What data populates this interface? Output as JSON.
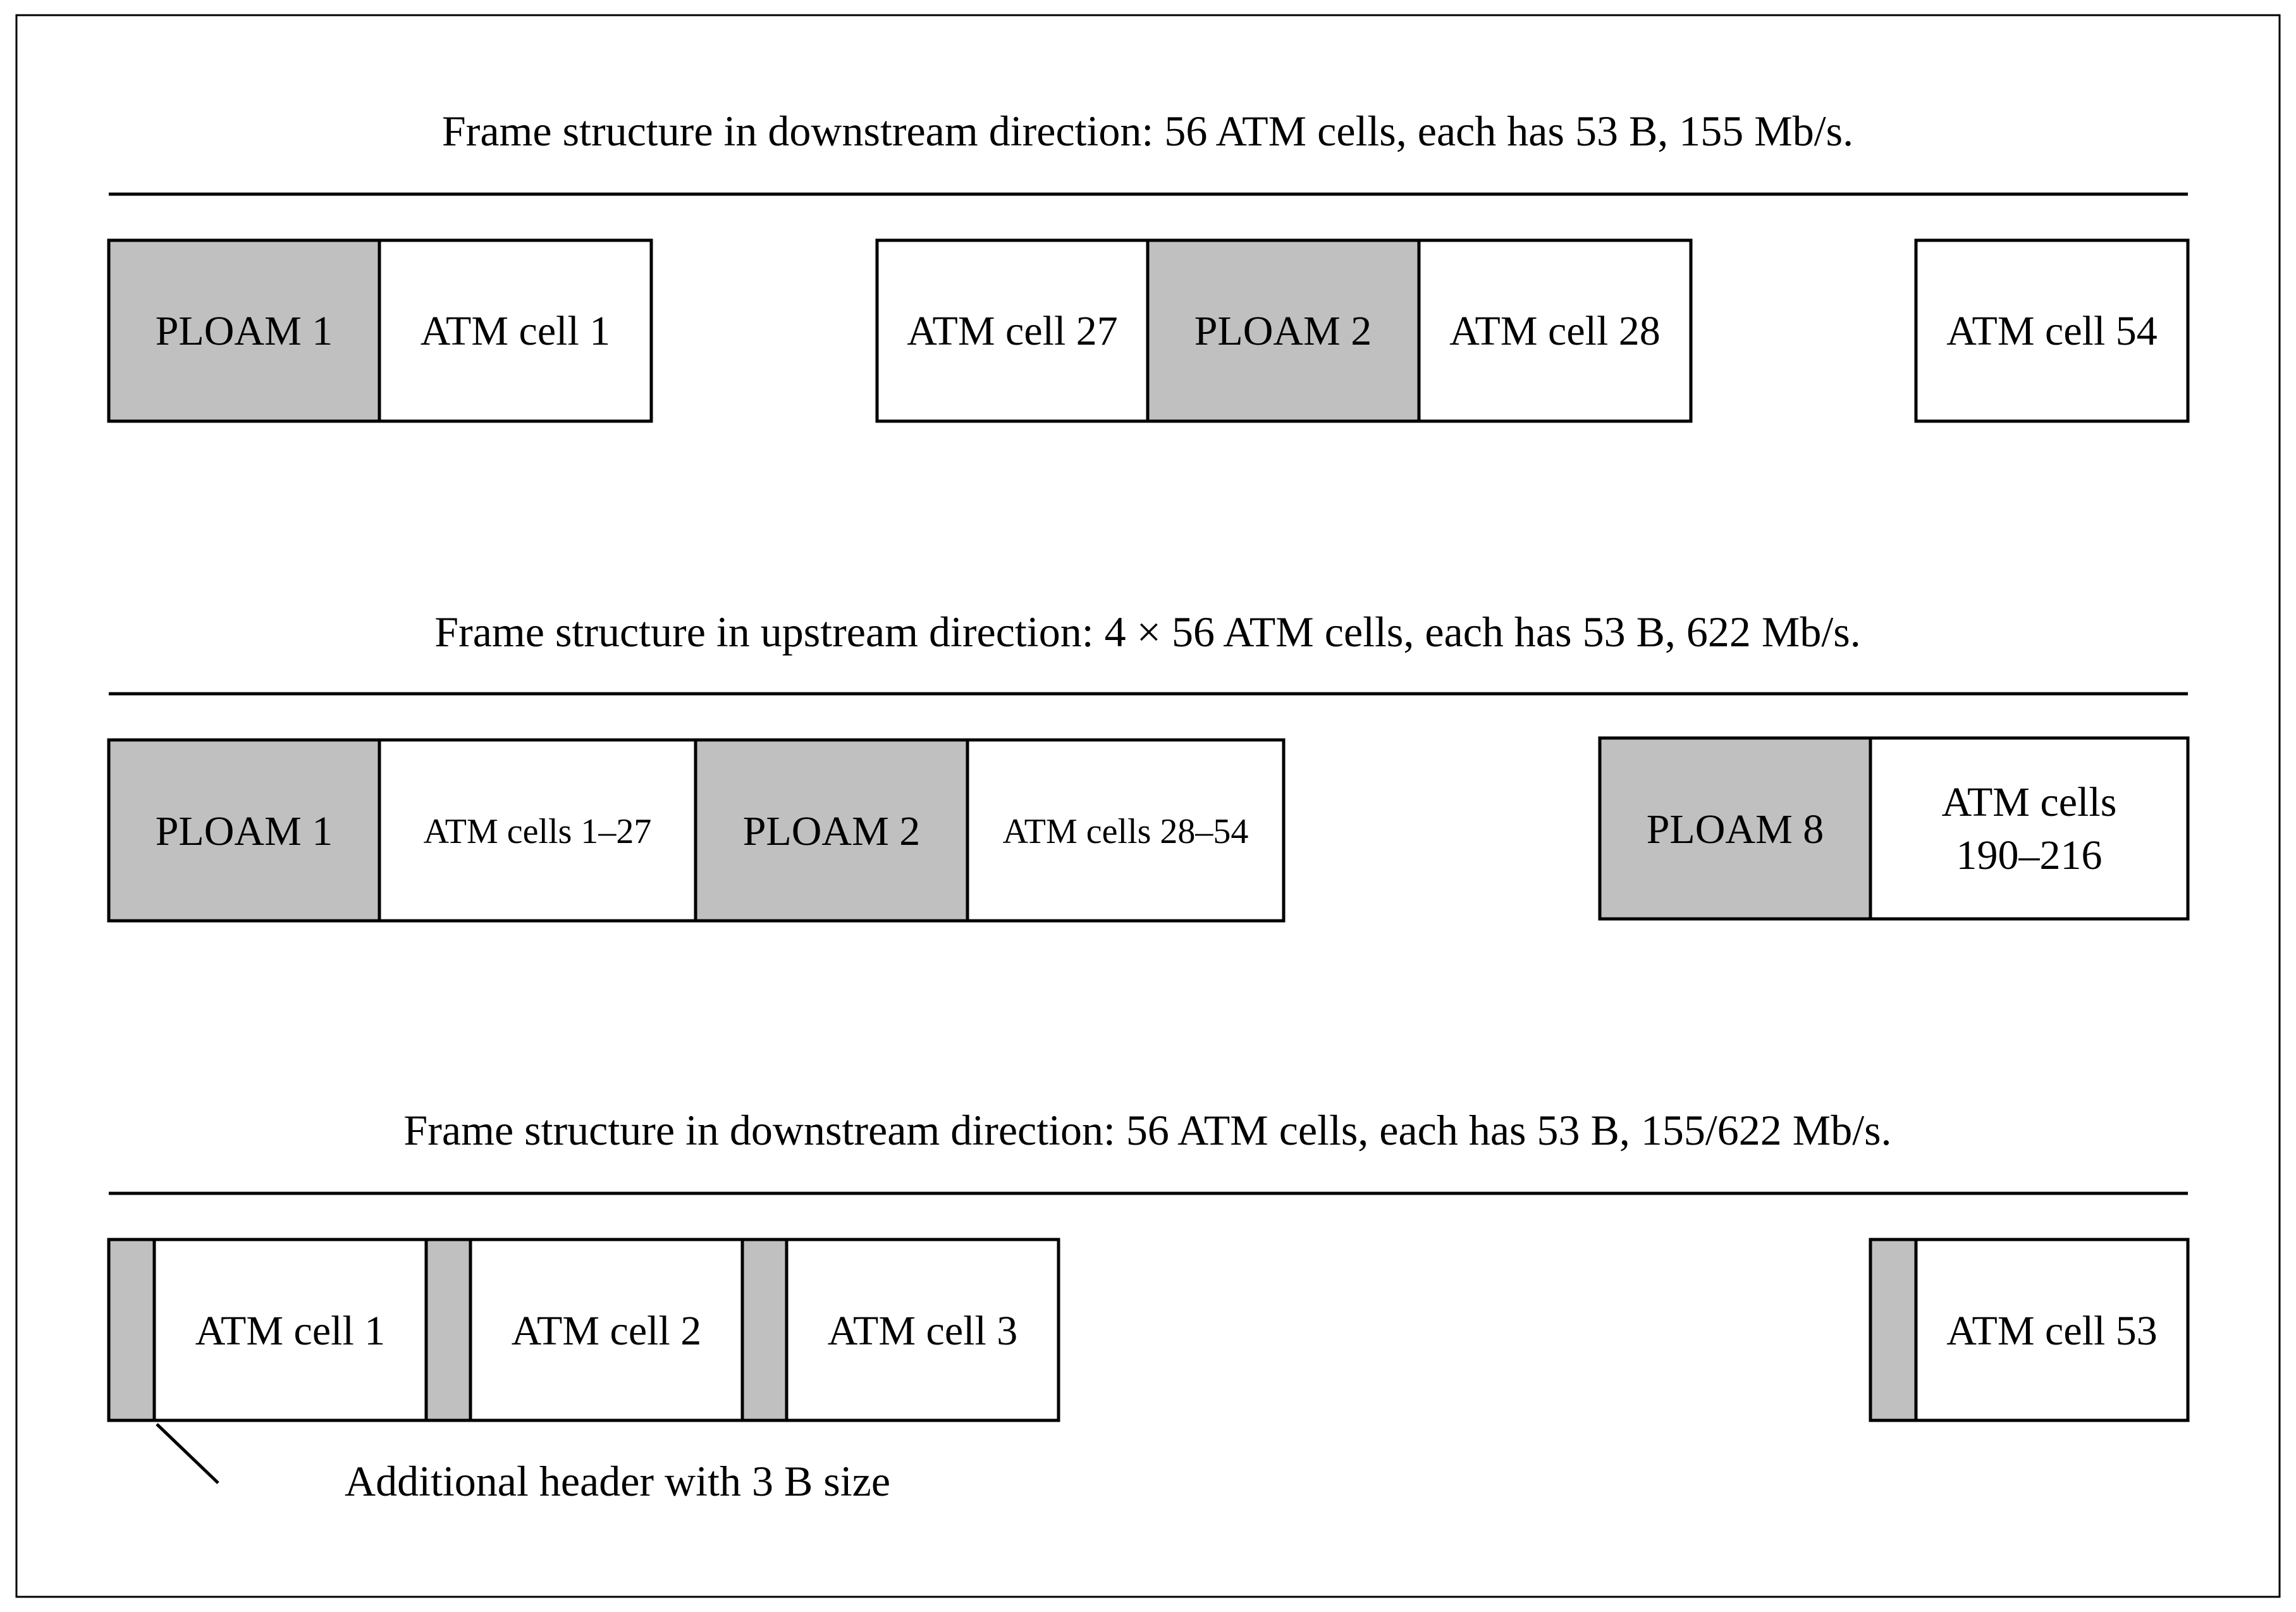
{
  "colors": {
    "shaded": "#c0c0c0",
    "plain": "#ffffff",
    "line": "#000000"
  },
  "rows": [
    {
      "id": "downstream-155",
      "caption": "Frame structure in downstream direction: 56 ATM cells, each has 53 B, 155 Mb/s.",
      "groups": [
        {
          "cells": [
            {
              "label": "PLOAM 1",
              "shaded": true
            },
            {
              "label": "ATM cell 1",
              "shaded": false
            }
          ]
        },
        {
          "cells": [
            {
              "label": "ATM cell 27",
              "shaded": false
            },
            {
              "label": "PLOAM 2",
              "shaded": true
            },
            {
              "label": "ATM cell 28",
              "shaded": false
            }
          ]
        },
        {
          "cells": [
            {
              "label": "ATM cell 54",
              "shaded": false
            }
          ]
        }
      ]
    },
    {
      "id": "upstream-622",
      "caption": "Frame structure in upstream direction: 4 × 56 ATM cells, each has 53 B, 622 Mb/s.",
      "groups": [
        {
          "cells": [
            {
              "label": "PLOAM 1",
              "shaded": true
            },
            {
              "label": "ATM cells 1–27",
              "shaded": false
            },
            {
              "label": "PLOAM 2",
              "shaded": true
            },
            {
              "label": "ATM cells 28–54",
              "shaded": false
            }
          ]
        },
        {
          "cells": [
            {
              "label": "PLOAM 8",
              "shaded": true
            },
            {
              "label": [
                "ATM cells",
                "190–216"
              ],
              "shaded": false
            }
          ]
        }
      ]
    },
    {
      "id": "downstream-155-622",
      "caption": "Frame structure in downstream direction: 56 ATM cells, each has 53 B, 155/622 Mb/s.",
      "groups": [
        {
          "cells": [
            {
              "label": "",
              "shaded": true
            },
            {
              "label": "ATM cell 1",
              "shaded": false
            },
            {
              "label": "",
              "shaded": true
            },
            {
              "label": "ATM cell 2",
              "shaded": false
            },
            {
              "label": "",
              "shaded": true
            },
            {
              "label": "ATM cell 3",
              "shaded": false
            }
          ]
        },
        {
          "cells": [
            {
              "label": "",
              "shaded": true
            },
            {
              "label": "ATM cell 53",
              "shaded": false
            }
          ]
        }
      ],
      "annotation": "Additional header with 3 B size"
    }
  ]
}
